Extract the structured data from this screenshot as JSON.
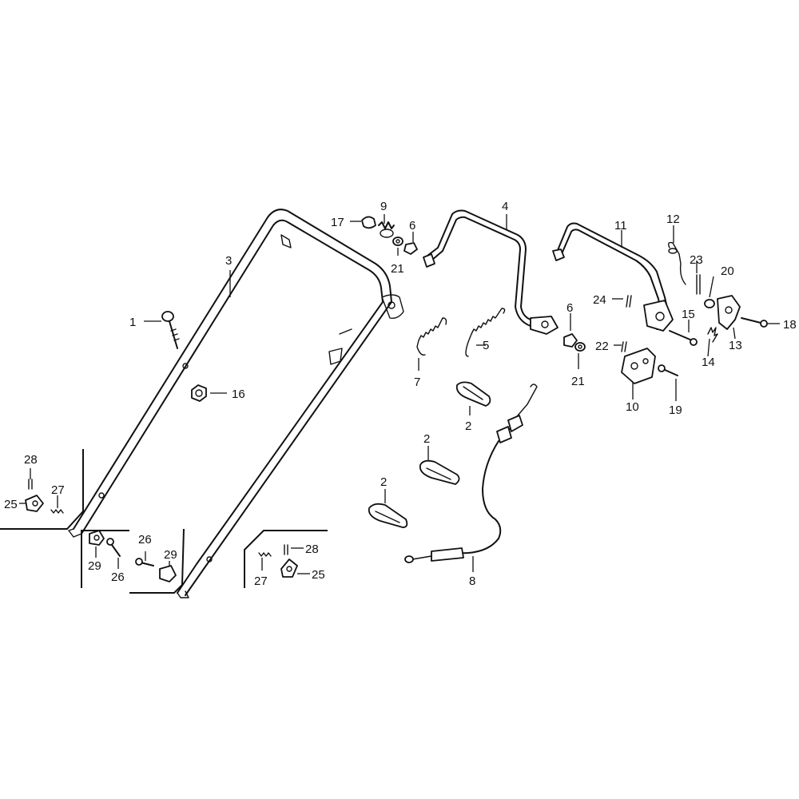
{
  "diagram": {
    "callouts": [
      {
        "id": "c1",
        "label": "1"
      },
      {
        "id": "c2a",
        "label": "2"
      },
      {
        "id": "c2b",
        "label": "2"
      },
      {
        "id": "c2c",
        "label": "2"
      },
      {
        "id": "c3",
        "label": "3"
      },
      {
        "id": "c4",
        "label": "4"
      },
      {
        "id": "c5",
        "label": "5"
      },
      {
        "id": "c6a",
        "label": "6"
      },
      {
        "id": "c6b",
        "label": "6"
      },
      {
        "id": "c7",
        "label": "7"
      },
      {
        "id": "c8",
        "label": "8"
      },
      {
        "id": "c9",
        "label": "9"
      },
      {
        "id": "c10",
        "label": "10"
      },
      {
        "id": "c11",
        "label": "11"
      },
      {
        "id": "c12",
        "label": "12"
      },
      {
        "id": "c13",
        "label": "13"
      },
      {
        "id": "c14",
        "label": "14"
      },
      {
        "id": "c15",
        "label": "15"
      },
      {
        "id": "c16",
        "label": "16"
      },
      {
        "id": "c17",
        "label": "17"
      },
      {
        "id": "c18",
        "label": "18"
      },
      {
        "id": "c19",
        "label": "19"
      },
      {
        "id": "c20",
        "label": "20"
      },
      {
        "id": "c21a",
        "label": "21"
      },
      {
        "id": "c21b",
        "label": "21"
      },
      {
        "id": "c22",
        "label": "22"
      },
      {
        "id": "c23",
        "label": "23"
      },
      {
        "id": "c24",
        "label": "24"
      },
      {
        "id": "c25a",
        "label": "25"
      },
      {
        "id": "c25b",
        "label": "25"
      },
      {
        "id": "c26a",
        "label": "26"
      },
      {
        "id": "c26b",
        "label": "26"
      },
      {
        "id": "c27a",
        "label": "27"
      },
      {
        "id": "c27b",
        "label": "27"
      },
      {
        "id": "c28a",
        "label": "28"
      },
      {
        "id": "c28b",
        "label": "28"
      },
      {
        "id": "c29a",
        "label": "29"
      },
      {
        "id": "c29b",
        "label": "29"
      }
    ]
  }
}
